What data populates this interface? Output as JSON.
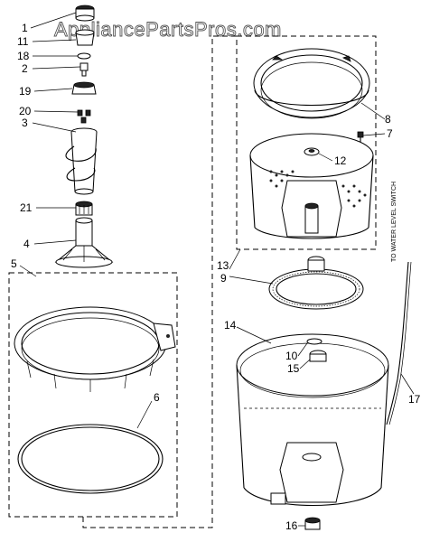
{
  "watermark": "AppliancePartsPros.com",
  "side_note": "TO WATER LEVEL SWITCH",
  "callouts": [
    "1",
    "11",
    "18",
    "2",
    "19",
    "20",
    "3",
    "21",
    "4",
    "5",
    "6",
    "8",
    "7",
    "12",
    "13",
    "9",
    "14",
    "10",
    "15",
    "17",
    "16"
  ]
}
